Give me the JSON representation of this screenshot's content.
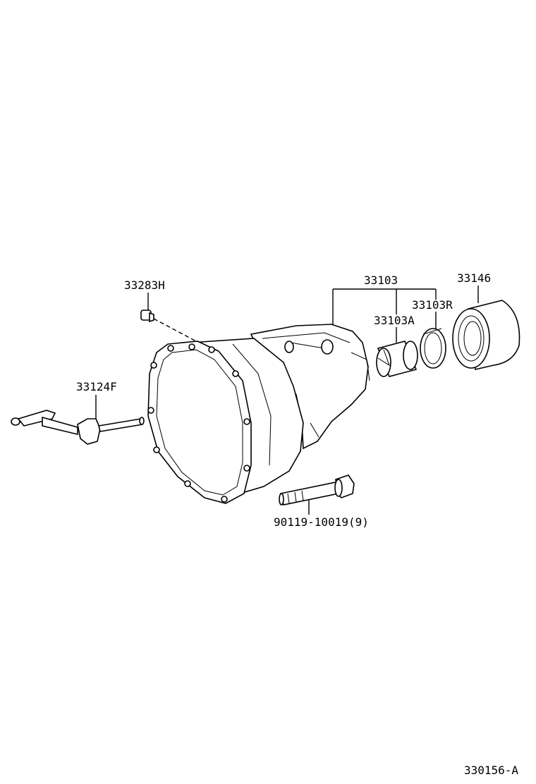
{
  "diagram": {
    "figure_id": "330156-A",
    "parts": {
      "plug": "33283H",
      "shift_lever": "33124F",
      "case_assembly": "33103",
      "bushing_a": "33103A",
      "bushing_r": "33103R",
      "dust_cover": "33146",
      "bolt": "90119-10019(9)"
    }
  }
}
